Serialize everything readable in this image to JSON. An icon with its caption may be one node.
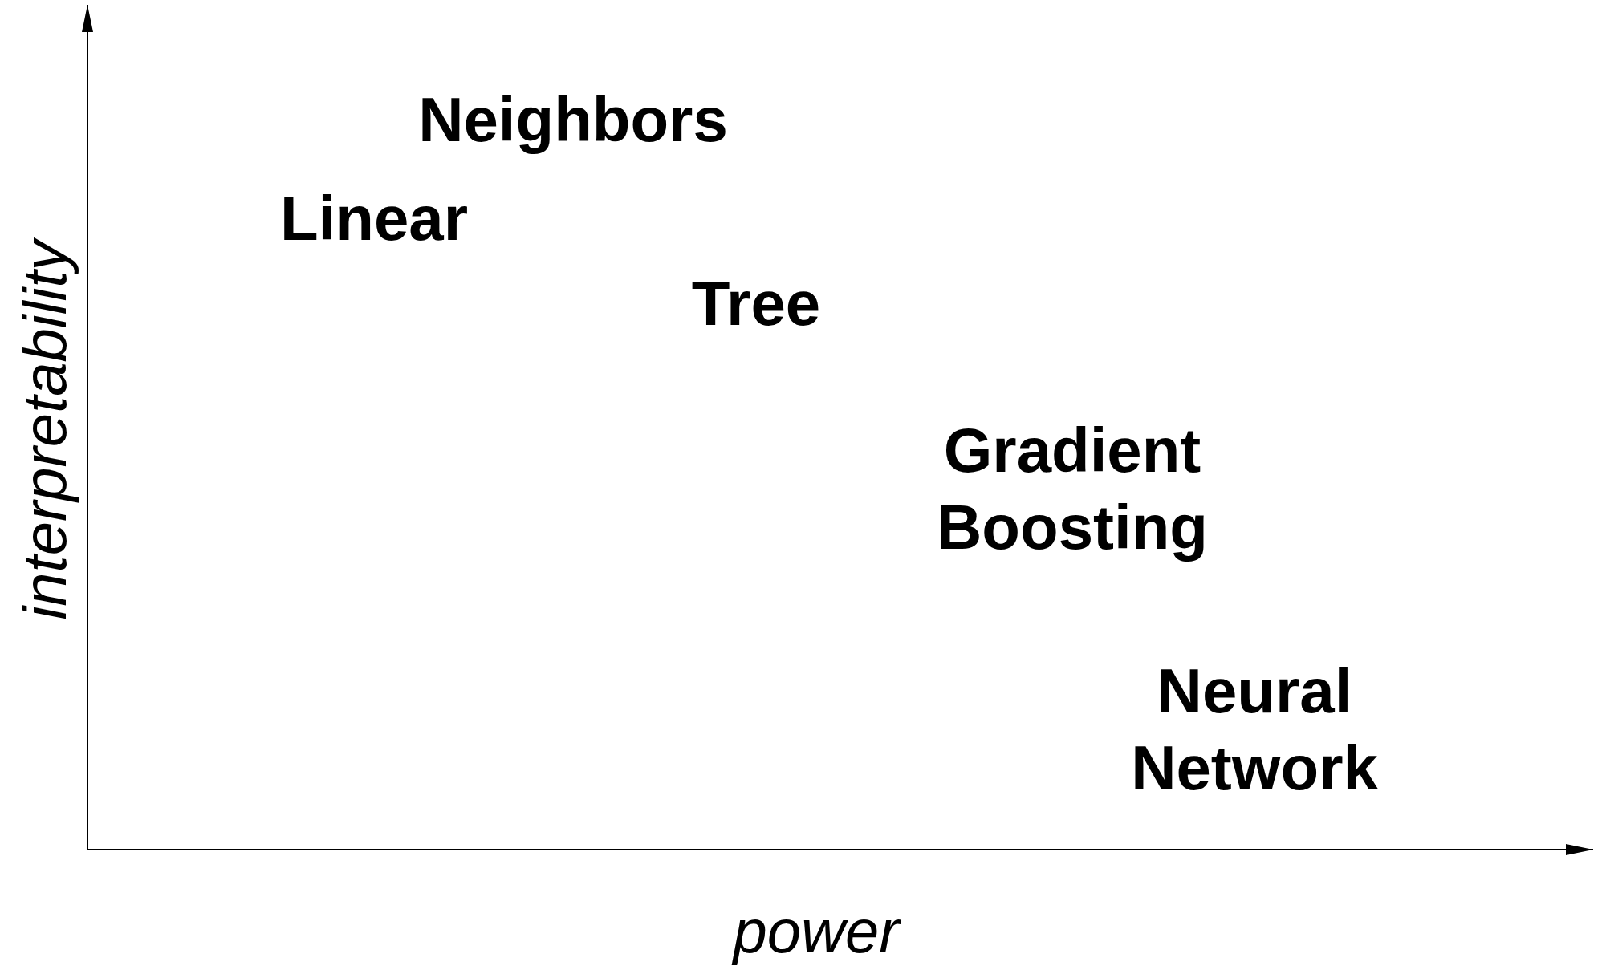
{
  "diagram": {
    "labels": [
      "Neighbors",
      "Linear",
      "Tree",
      "Gradient Boosting",
      "Neural Network",
      "interpretability",
      "power"
    ]
  }
}
